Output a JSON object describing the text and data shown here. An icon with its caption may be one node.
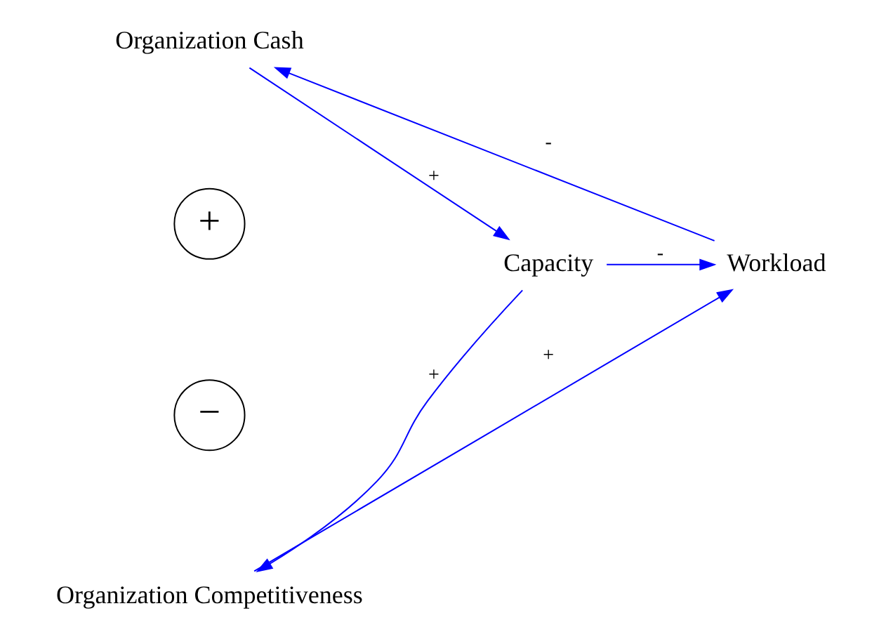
{
  "diagram": {
    "nodes": [
      {
        "text": [
          "Organization Cash"
        ]
      },
      {
        "text": [
          "Capacity"
        ]
      },
      {
        "text": [
          "Workload"
        ]
      },
      {
        "text": [
          "Organization Competitiveness"
        ]
      }
    ],
    "edges": [
      {
        "from": 0,
        "to": 1,
        "arrow": "to",
        "label": "+"
      },
      {
        "from": 1,
        "to": 2,
        "arrow": "to",
        "label": "-"
      },
      {
        "from": 2,
        "to": 0,
        "arrow": "to",
        "label": "-"
      },
      {
        "from": 1,
        "to": 3,
        "arrow": "to",
        "label": "+"
      },
      {
        "from": 3,
        "to": 2,
        "arrow": "to",
        "label": "+"
      }
    ],
    "labels": [
      "+",
      "−"
    ]
  }
}
